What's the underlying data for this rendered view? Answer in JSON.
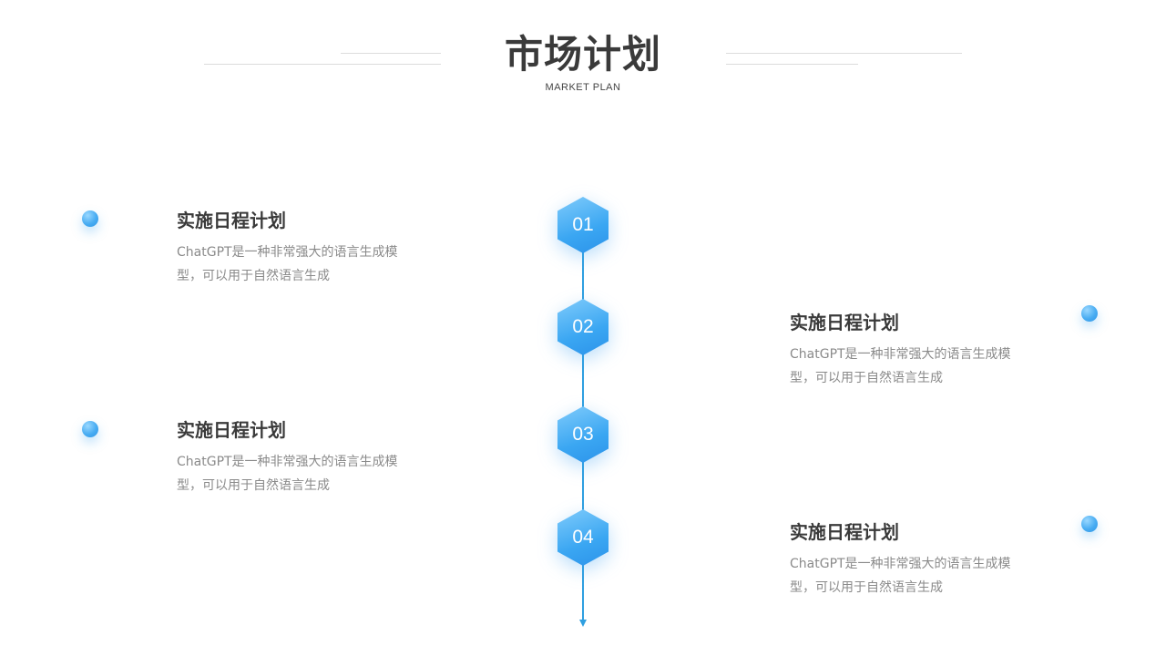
{
  "header": {
    "title": "市场计划",
    "subtitle": "MARKET PLAN"
  },
  "colors": {
    "accent": "#2f9fe0",
    "title_text": "#3a3a3a",
    "body_text": "#8a8a8a"
  },
  "timeline": {
    "steps": [
      {
        "number": "01",
        "title": "实施日程计划",
        "desc": "ChatGPT是一种非常强大的语言生成模型，可以用于自然语言生成",
        "side": "left"
      },
      {
        "number": "02",
        "title": "实施日程计划",
        "desc": "ChatGPT是一种非常强大的语言生成模型，可以用于自然语言生成",
        "side": "right"
      },
      {
        "number": "03",
        "title": "实施日程计划",
        "desc": "ChatGPT是一种非常强大的语言生成模型，可以用于自然语言生成",
        "side": "left"
      },
      {
        "number": "04",
        "title": "实施日程计划",
        "desc": "ChatGPT是一种非常强大的语言生成模型，可以用于自然语言生成",
        "side": "right"
      }
    ]
  }
}
